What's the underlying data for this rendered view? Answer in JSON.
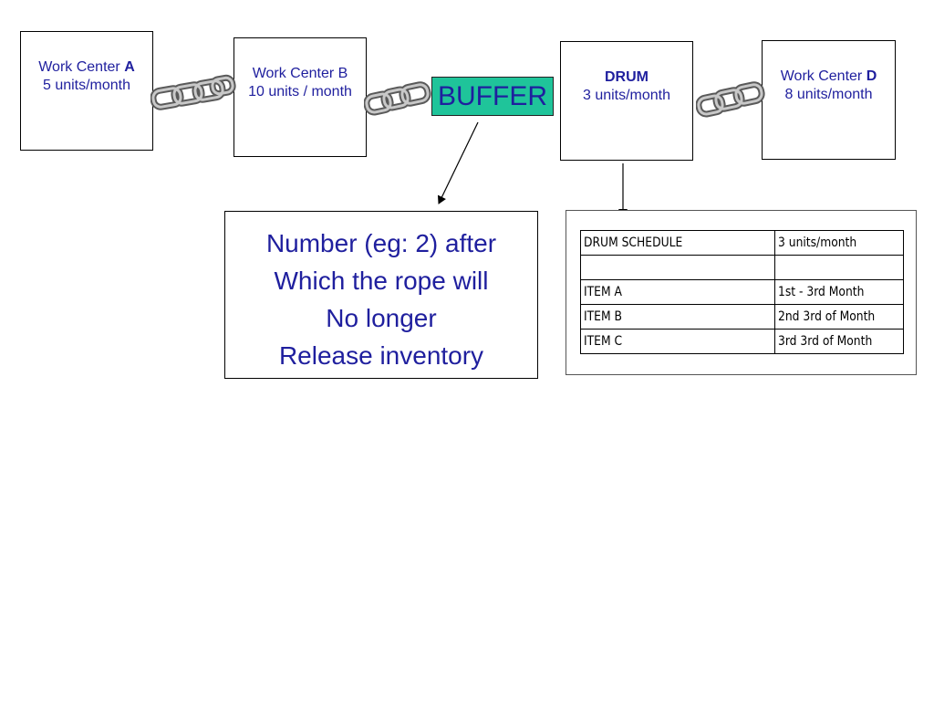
{
  "work_centers": {
    "a": {
      "label": "Work Center",
      "letter": "A",
      "rate": "5 units/month"
    },
    "b": {
      "label": "Work Center B",
      "rate": "10 units / month"
    },
    "drum": {
      "label": "DRUM",
      "rate": "3 units/month"
    },
    "d": {
      "label": "Work Center",
      "letter": "D",
      "rate": "8 units/month"
    }
  },
  "buffer": {
    "label": "BUFFER"
  },
  "note": {
    "lines": [
      "Number (eg: 2) after",
      "Which the rope will",
      "No longer",
      "Release inventory"
    ]
  },
  "schedule": {
    "rows": [
      [
        "DRUM SCHEDULE",
        "3 units/month"
      ],
      [
        "",
        ""
      ],
      [
        "ITEM A",
        "1st - 3rd Month"
      ],
      [
        "ITEM B",
        "2nd 3rd of Month"
      ],
      [
        "ITEM C",
        "3rd 3rd of Month"
      ]
    ]
  },
  "colors": {
    "text": "#1f1f9e",
    "buffer_fill": "#1fc49a",
    "chain": "#9a9a9a"
  },
  "icons": {
    "link": "chain-icon"
  }
}
